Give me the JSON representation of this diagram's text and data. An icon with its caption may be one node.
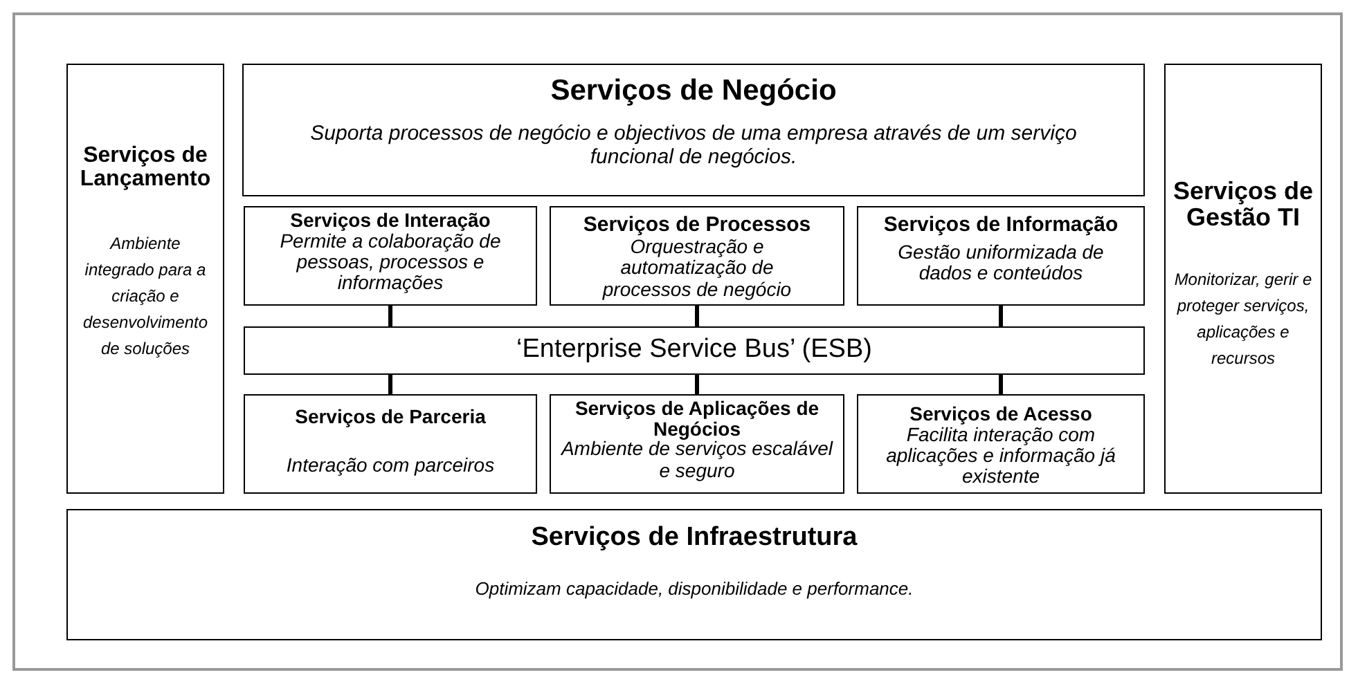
{
  "diagram": {
    "nodes": [
      {
        "text": [
          "Serviços de Lançamento",
          "Ambiente integrado para a criação e desenvolvimento de soluções"
        ]
      },
      {
        "text": [
          "Serviços de Negócio",
          "Suporta processos de negócio e objectivos de uma empresa através de um serviço funcional de negócios."
        ]
      },
      {
        "text": [
          "Serviços de Interação",
          "Permite a colaboração de pessoas, processos e informações"
        ]
      },
      {
        "text": [
          "Serviços de Processos",
          "Orquestração e automatização de processos de negócio"
        ]
      },
      {
        "text": [
          "Serviços de Informação",
          "Gestão uniformizada de dados e conteúdos"
        ]
      },
      {
        "text": [
          "Serviços de Gestão TI",
          "Monitorizar, gerir e proteger serviços, aplicações e recursos"
        ]
      },
      {
        "text": [
          "‘Enterprise Service Bus’ (ESB)"
        ]
      },
      {
        "text": [
          "Serviços de Parceria",
          "Interação com parceiros"
        ]
      },
      {
        "text": [
          "Serviços de Aplicações de Negócios",
          "Ambiente  de serviços escalável e seguro"
        ]
      },
      {
        "text": [
          "Serviços de Acesso",
          "Facilita interação com aplicações e informação já existente"
        ]
      },
      {
        "text": [
          "Serviços de Infraestrutura",
          "Optimizam capacidade, disponibilidade e performance."
        ]
      }
    ],
    "edges": [
      {
        "from": 2,
        "to": 6,
        "arrow": "none"
      },
      {
        "from": 3,
        "to": 6,
        "arrow": "none"
      },
      {
        "from": 4,
        "to": 6,
        "arrow": "none"
      },
      {
        "from": 6,
        "to": 7,
        "arrow": "none"
      },
      {
        "from": 6,
        "to": 8,
        "arrow": "none"
      },
      {
        "from": 6,
        "to": 9,
        "arrow": "none"
      }
    ]
  }
}
